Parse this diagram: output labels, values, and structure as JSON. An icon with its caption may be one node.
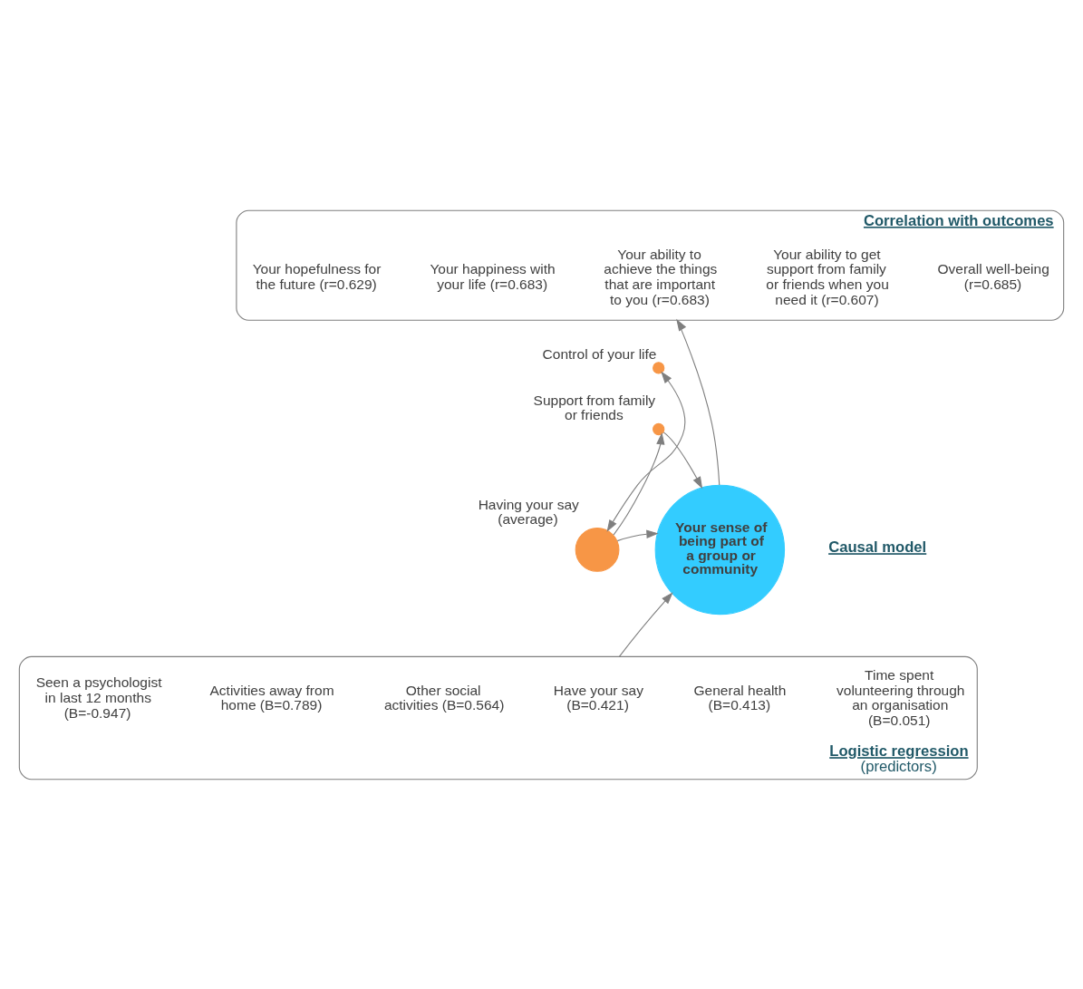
{
  "diagram": {
    "nodes": [
      {
        "text": [
          "Correlation with outcomes"
        ]
      },
      {
        "text": [
          "Your hopefulness for the future (r=0.629)"
        ],
        "in": 0
      },
      {
        "text": [
          "Your happiness with your life (r=0.683)"
        ],
        "in": 0
      },
      {
        "text": [
          "Your ability to achieve the things that are important to you (r=0.683)"
        ],
        "in": 0
      },
      {
        "text": [
          "Your ability to get support from family or friends when you need it (r=0.607)"
        ],
        "in": 0
      },
      {
        "text": [
          "Overall well-being (r=0.685)"
        ],
        "in": 0
      },
      {
        "text": [
          "Support from family or friends"
        ]
      },
      {
        "text": [
          "Control of your life"
        ]
      },
      {
        "text": [
          "Having your say (average)"
        ]
      },
      {
        "text": [
          "Your sense of being part of a group or community"
        ]
      },
      {
        "text": [
          "Logistic regression",
          "(predictors)"
        ]
      },
      {
        "text": [
          "Seen a psychologist in last 12 months (B=-0.947)"
        ],
        "in": 10
      },
      {
        "text": [
          "Activities away from home (B=0.789)"
        ],
        "in": 10
      },
      {
        "text": [
          "Other social activities (B=0.564)"
        ],
        "in": 10
      },
      {
        "text": [
          "Have your say (B=0.421)"
        ],
        "in": 10
      },
      {
        "text": [
          "General health (B=0.413)"
        ],
        "in": 10
      },
      {
        "text": [
          "Time spent volunteering through an organisation (B=0.051)"
        ],
        "in": 10
      }
    ],
    "edges": [
      {
        "from": 8,
        "to": 6,
        "arrow": "to"
      },
      {
        "from": 7,
        "to": 8,
        "arrow": "both"
      },
      {
        "from": 6,
        "to": 9,
        "arrow": "to"
      },
      {
        "from": 8,
        "to": 9,
        "arrow": "to"
      },
      {
        "from": 9,
        "to": 0,
        "arrow": "to"
      },
      {
        "from": 10,
        "to": 9,
        "arrow": "to"
      }
    ],
    "labels": [
      "Causal model"
    ]
  }
}
